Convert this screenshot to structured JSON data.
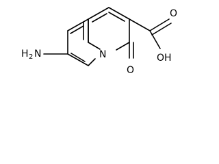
{
  "molecule": {
    "labels": {
      "amino_H": "H",
      "amino_sub": "2",
      "amino_N": "N",
      "ring_N": "N",
      "carbonyl_O": "O",
      "carboxyl_O": "O",
      "hydroxyl": "OH"
    },
    "colors": {
      "bond": "#000000",
      "text": "#000000",
      "background": "#ffffff"
    }
  }
}
